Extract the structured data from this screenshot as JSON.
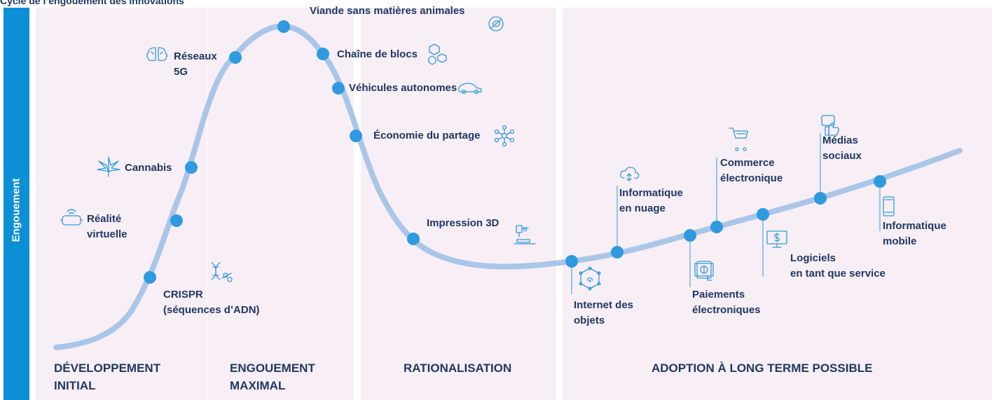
{
  "title": "Cycle de l’engouement des innovations",
  "y_axis_label": "Engouement",
  "phases": [
    {
      "label": "DÉVELOPPEMENT\nINITIAL"
    },
    {
      "label": "ENGOUEMENT\nMAXIMAL"
    },
    {
      "label": "RATIONALISATION"
    },
    {
      "label": "ADOPTION À LONG TERME POSSIBLE"
    }
  ],
  "technologies": [
    {
      "label": "CRISPR\n(séquences d’ADN)",
      "icon": "dna-scissors-icon"
    },
    {
      "label": "Réalité\nvirtuelle",
      "icon": "vr-headset-icon"
    },
    {
      "label": "Cannabis",
      "icon": "cannabis-leaf-icon"
    },
    {
      "label": "Réseaux\n5G",
      "icon": "brain-network-icon"
    },
    {
      "label": "Viande sans matières animales",
      "icon": "meat-plate-icon"
    },
    {
      "label": "Chaîne de blocs",
      "icon": "blocks-icon"
    },
    {
      "label": "Véhicules autonomes",
      "icon": "car-icon"
    },
    {
      "label": "Économie du partage",
      "icon": "sharing-network-icon"
    },
    {
      "label": "Impression 3D",
      "icon": "3d-printer-icon"
    },
    {
      "label": "Internet des\nobjets",
      "icon": "iot-hexagon-icon"
    },
    {
      "label": "Informatique\nen nuage",
      "icon": "cloud-icon"
    },
    {
      "label": "Paiements\nélectroniques",
      "icon": "payment-icon"
    },
    {
      "label": "Commerce\nélectronique",
      "icon": "shopping-cart-icon"
    },
    {
      "label": "Logiciels\nen tant que service",
      "icon": "monitor-dollar-icon"
    },
    {
      "label": "Médias\nsociaux",
      "icon": "thumbs-up-icon"
    },
    {
      "label": "Informatique\nmobile",
      "icon": "smartphone-icon"
    }
  ],
  "colors": {
    "curve": "#a9c6e8",
    "dot": "#2f9ae0",
    "axis_bar": "#0d8fd6",
    "phase_background": "#f8eef5",
    "text": "#1f3864"
  }
}
